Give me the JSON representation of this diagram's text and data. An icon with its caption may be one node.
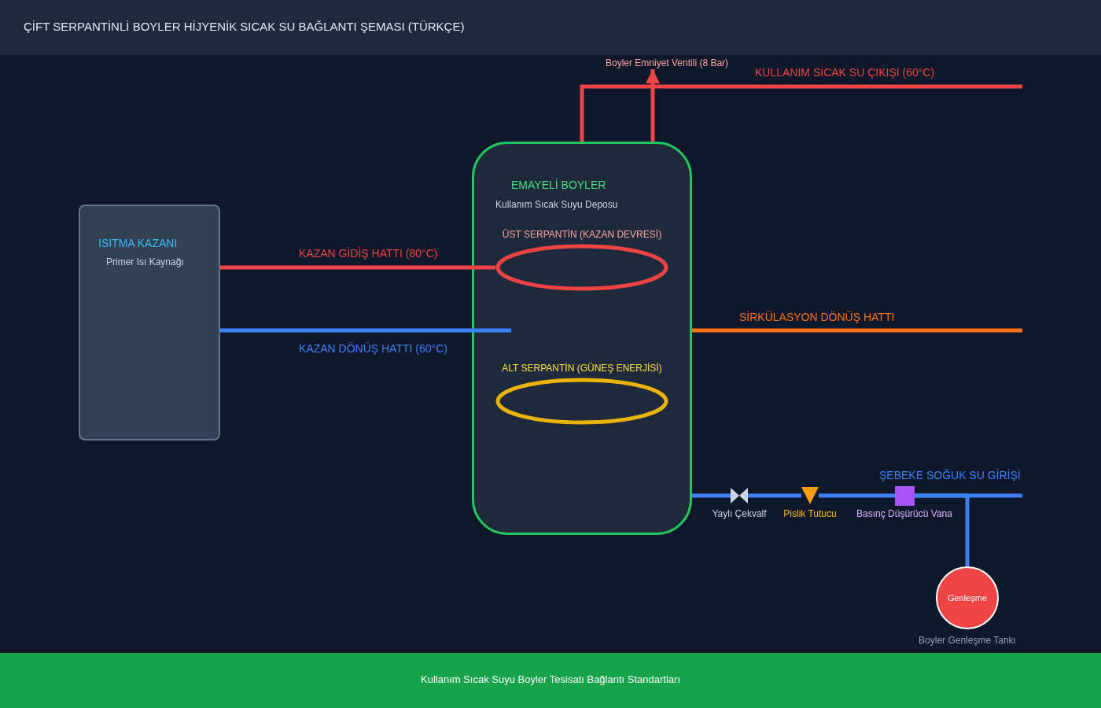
{
  "diagram": {
    "title": "ÇİFT SERPANTİNLİ BOYLER HİJYENİK SICAK SU BAĞLANTI ŞEMASI (TÜRKÇE)",
    "caption": "Kullanım Sıcak Suyu Boyler Tesisatı Bağlantı Standartları",
    "nodes": [
      {
        "text": [
          "ISITMA KAZANI",
          "Primer Isı Kaynağı"
        ]
      },
      {
        "text": [
          "EMAYELİ BOYLER",
          "Kullanım Sıcak Suyu Deposu"
        ]
      },
      {
        "text": [
          "ÜST SERPANTİN (KAZAN DEVRESİ)"
        ],
        "in": 1
      },
      {
        "text": [
          "ALT SERPANTİN (GÜNEŞ ENERJİSİ)"
        ],
        "in": 1
      },
      {
        "text": [
          "Boyler Emniyet Ventili (8 Bar)"
        ]
      },
      {
        "text": [],
        "shape": "valve",
        "beside": [
          "Yaylı Çekvalf"
        ]
      },
      {
        "text": [],
        "shape": "triangle",
        "beside": [
          "Pislik Tutucu"
        ]
      },
      {
        "text": [],
        "shape": "box",
        "beside": [
          "Basınç Düşürücü Vana"
        ]
      },
      {
        "text": [
          "Genleşme"
        ],
        "beside": [
          "Boyler Genleşme Tankı"
        ]
      }
    ],
    "edges": [
      {
        "from": 1,
        "to": 4,
        "arrow": "to",
        "color": "#ef4444"
      },
      {
        "from": 1,
        "to": null,
        "arrow": "none",
        "label": "KULLANIM SICAK SU ÇIKIŞI (60°C)",
        "color": "#ef4444"
      },
      {
        "from": 0,
        "to": 2,
        "arrow": "none",
        "label": "KAZAN GİDİŞ HATTI (80°C)",
        "color": "#ef4444"
      },
      {
        "from": 0,
        "to": null,
        "arrow": "none",
        "label": "KAZAN DÖNÜŞ HATTI (60°C)"
      },
      {
        "from": 1,
        "to": null,
        "arrow": "none",
        "label": "SİRKÜLASYON DÖNÜŞ HATTI",
        "color": "#f97316"
      },
      {
        "from": null,
        "to": 7,
        "arrow": "none",
        "label": "ŞEBEKE SOĞUK SU GİRİŞİ"
      },
      {
        "from": 7,
        "to": 6,
        "arrow": "none"
      },
      {
        "from": 6,
        "to": 5,
        "arrow": "none"
      },
      {
        "from": 5,
        "to": 1,
        "arrow": "none"
      },
      {
        "from": 7,
        "to": 8,
        "arrow": "none"
      }
    ]
  }
}
